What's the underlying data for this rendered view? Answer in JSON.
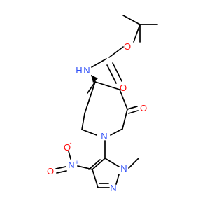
{
  "molecule": {
    "atom_labels": {
      "o_ether": "O",
      "o_carbonyl_boc": "O",
      "nh": "N",
      "nh_h": "H",
      "n_ring": "N",
      "o_ketone": "O",
      "n_nitro": "N",
      "n_nitro_charge": "+",
      "o_nitro_minus": "O",
      "o_nitro_minus_charge": "-",
      "o_nitro": "O",
      "n_pyrazole_1": "N",
      "n_pyrazole_2": "N"
    }
  },
  "colors": {
    "carbon_bond": "#000000",
    "oxygen": "#ff0d0d",
    "nitrogen": "#3050f8"
  }
}
